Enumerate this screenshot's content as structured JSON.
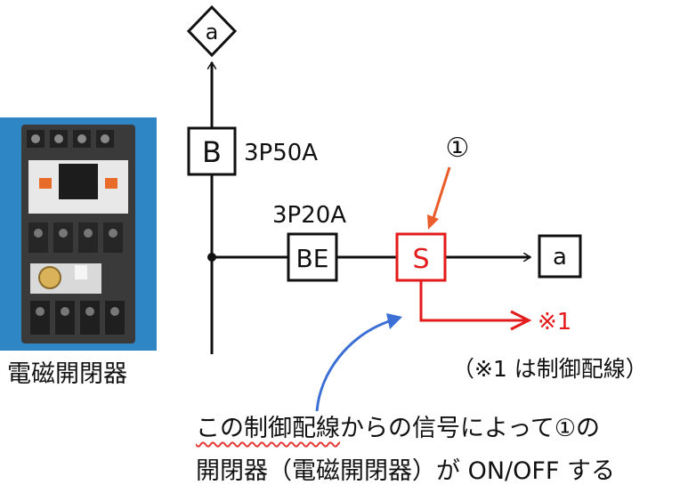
{
  "photo": {
    "label": "電磁開閉器"
  },
  "diagram": {
    "top_terminal": "a",
    "right_terminal": "a",
    "breaker_main": {
      "symbol": "B",
      "rating": "3P50A"
    },
    "breaker_branch": {
      "symbol": "BE",
      "rating": "3P20A"
    },
    "switch": {
      "symbol": "S",
      "callout": "①"
    },
    "control_output": "※1"
  },
  "note": "（※1 は制御配線）",
  "caption": {
    "line1_underlined": "この制御配線",
    "line1_rest": "からの信号によって①の",
    "line2": "開閉器（電磁開閉器）が ON/OFF する"
  },
  "colors": {
    "line": "#111111",
    "switch_red": "#e31b1b",
    "callout_orange": "#ea5c2a",
    "pointer_blue": "#3b6fd6",
    "photo_background": "#2f86c5"
  }
}
